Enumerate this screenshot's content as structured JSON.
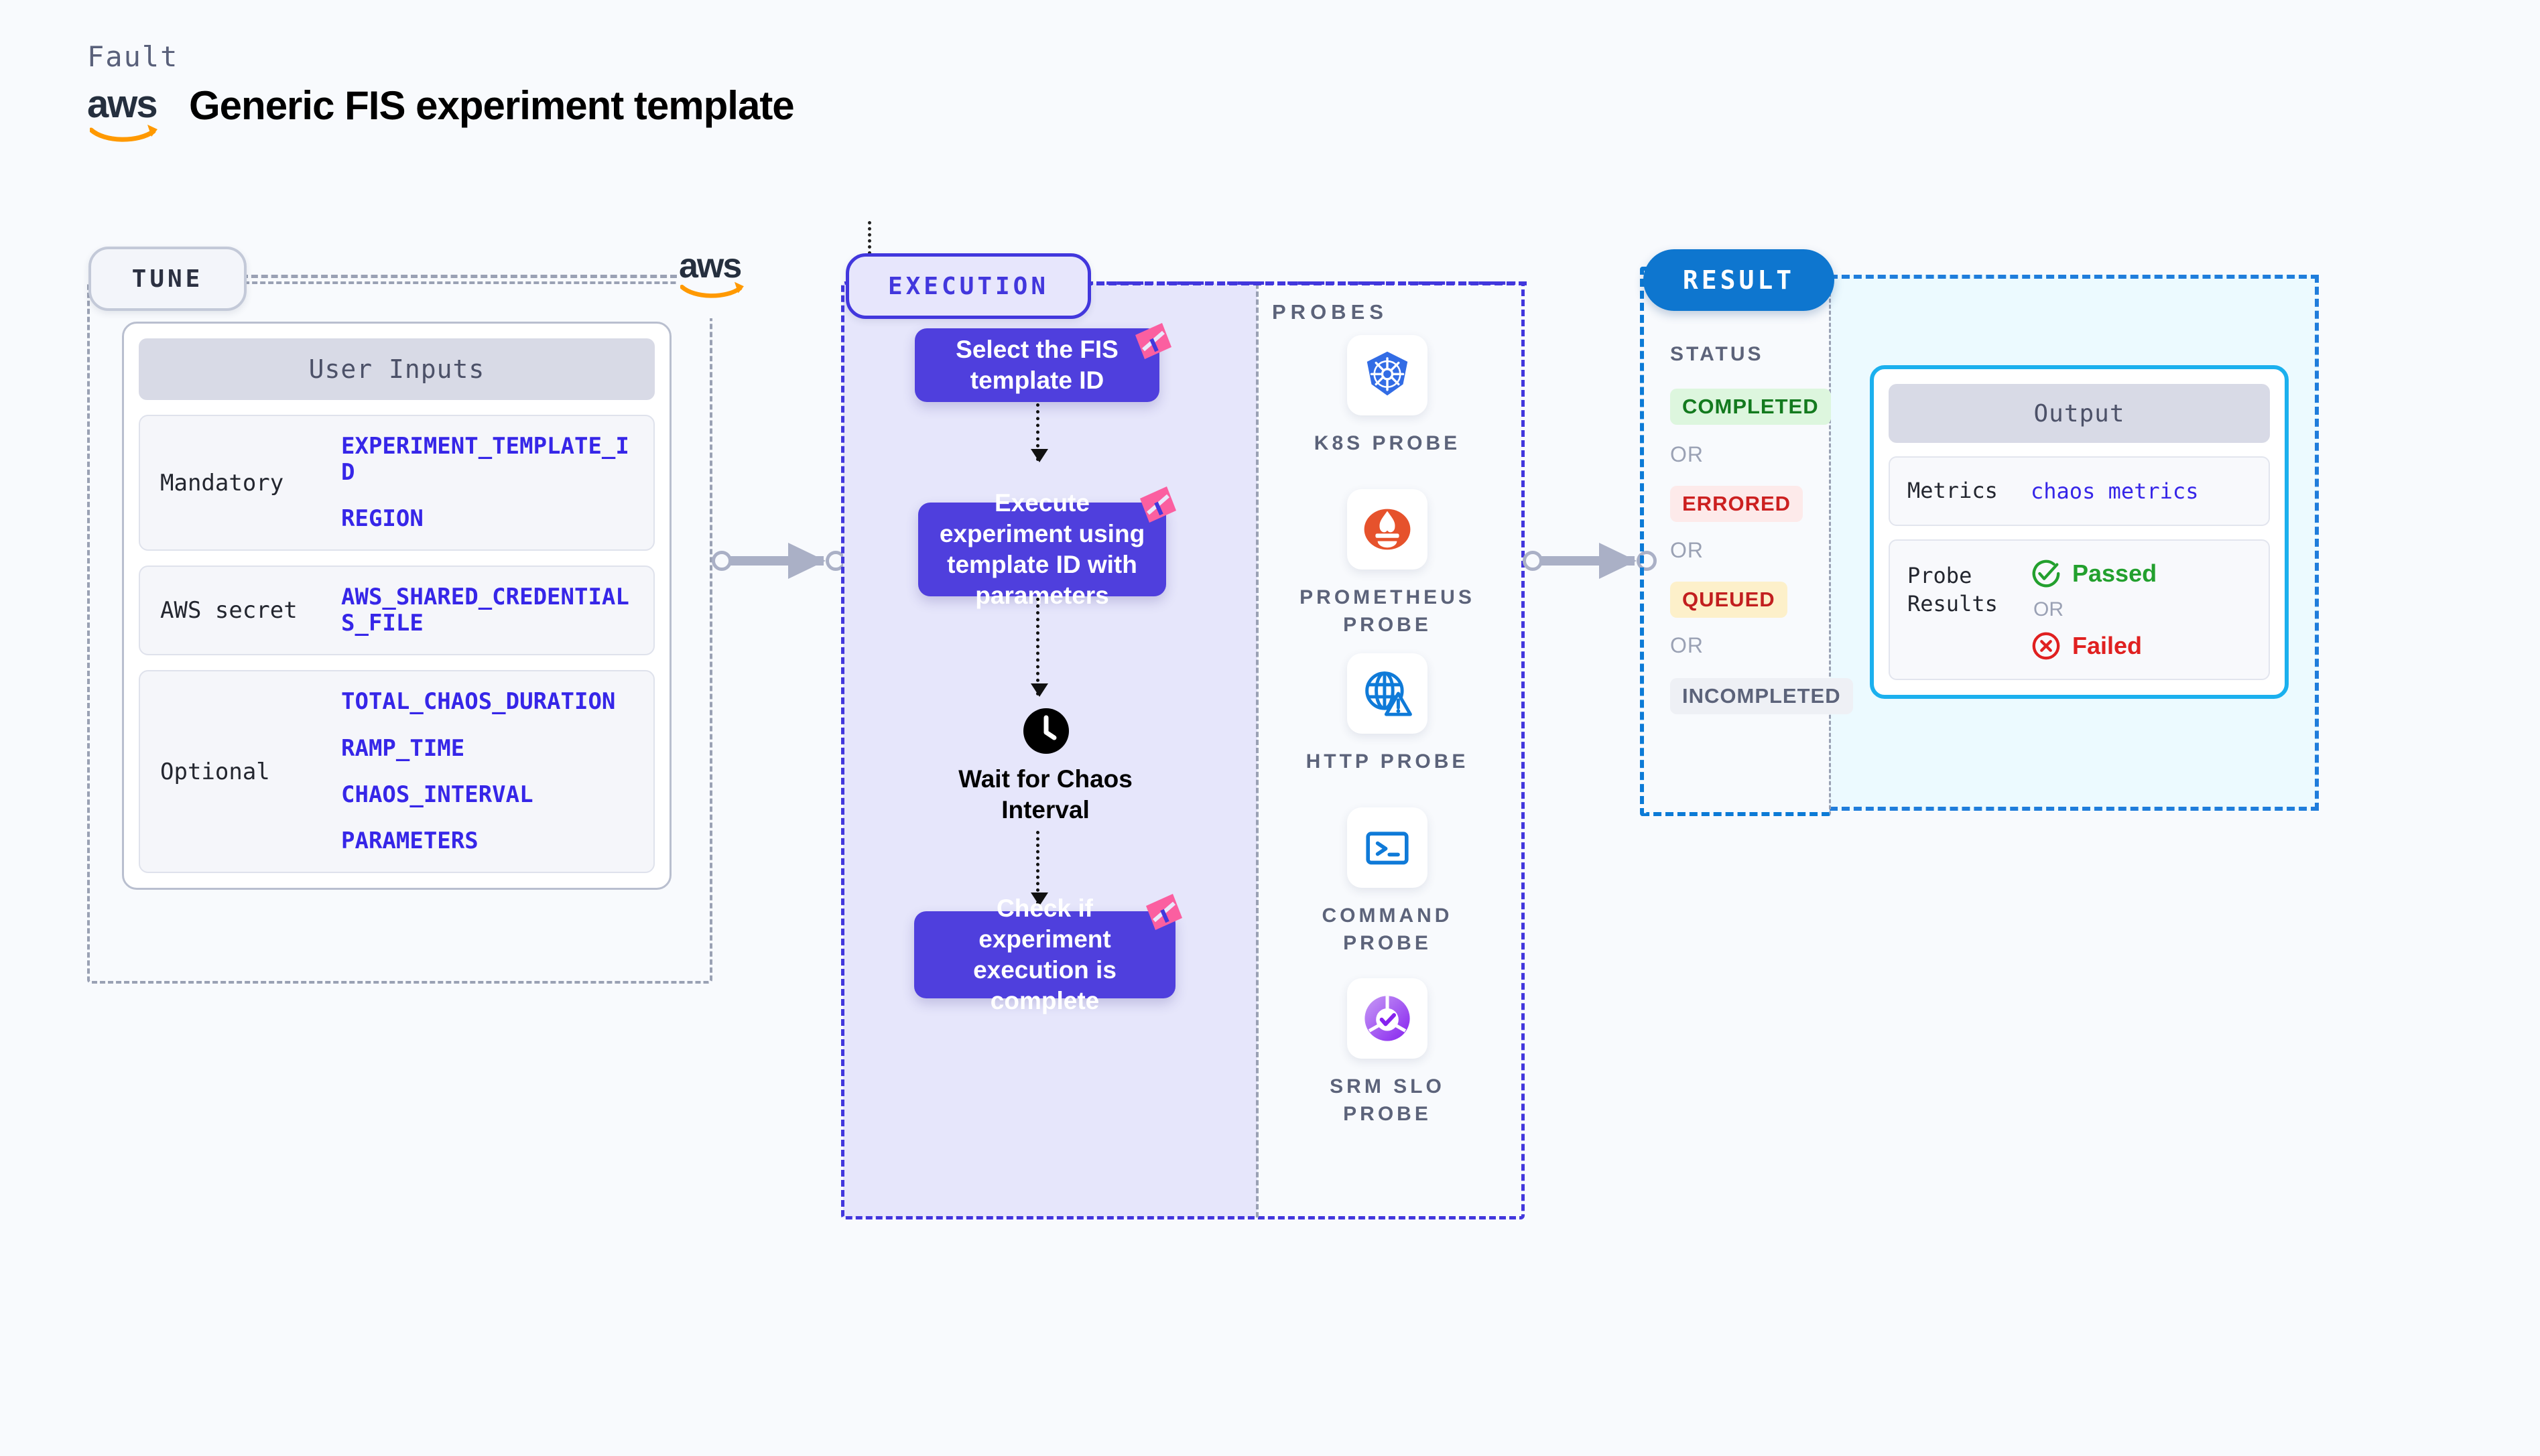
{
  "header": {
    "eyebrow": "Fault",
    "brand": "aws",
    "title": "Generic FIS experiment template"
  },
  "tune": {
    "tab_label": "TUNE",
    "logo_label": "aws",
    "card_title": "User Inputs",
    "groups": [
      {
        "label": "Mandatory",
        "values": [
          "EXPERIMENT_TEMPLATE_ID",
          "REGION"
        ]
      },
      {
        "label": "AWS secret",
        "values": [
          "AWS_SHARED_CREDENTIALS_FILE"
        ]
      },
      {
        "label": "Optional",
        "values": [
          "TOTAL_CHAOS_DURATION",
          "RAMP_TIME",
          "CHAOS_INTERVAL",
          "PARAMETERS"
        ]
      }
    ]
  },
  "execution": {
    "tab_label": "EXECUTION",
    "steps": [
      {
        "text": "Select the FIS template ID",
        "flag": true
      },
      {
        "text": "Execute experiment using template ID with parameters",
        "flag": true
      },
      {
        "text": "Check if experiment execution is complete",
        "flag": true
      }
    ],
    "wait_node": {
      "icon": "clock-icon",
      "label": "Wait for Chaos Interval"
    }
  },
  "probes": {
    "section_label": "PROBES",
    "items": [
      {
        "label": "K8S PROBE",
        "icon": "kubernetes-icon"
      },
      {
        "label": "PROMETHEUS PROBE",
        "icon": "prometheus-icon"
      },
      {
        "label": "HTTP PROBE",
        "icon": "http-globe-warning-icon"
      },
      {
        "label": "COMMAND PROBE",
        "icon": "terminal-icon"
      },
      {
        "label": "SRM SLO PROBE",
        "icon": "srm-slo-icon"
      }
    ]
  },
  "result": {
    "tab_label": "RESULT",
    "status_title": "STATUS",
    "or_label": "OR",
    "statuses": [
      {
        "label": "COMPLETED",
        "fg": "#137a1e",
        "bg": "#ddf6de"
      },
      {
        "label": "ERRORED",
        "fg": "#cc2020",
        "bg": "#fdeaea"
      },
      {
        "label": "QUEUED",
        "fg": "#c21f1f",
        "bg": "#fdf0ca"
      },
      {
        "label": "INCOMPLETED",
        "fg": "#5c637a",
        "bg": "#eef0f5"
      }
    ],
    "output": {
      "title": "Output",
      "metrics_label": "Metrics",
      "metrics_value": "chaos metrics",
      "probe_results_label": "Probe Results",
      "passed_label": "Passed",
      "failed_label": "Failed",
      "or_label": "OR"
    }
  },
  "colors": {
    "page_bg": "#f8fafd",
    "accent_purple": "#4237dd",
    "step_purple": "#4f3fdd",
    "exec_fill": "#e6e6fb",
    "result_blue": "#0e76cf",
    "result_fill": "#ecfaff",
    "output_border": "#1bb0ee",
    "flag_pink": "#fb5fa0",
    "param_blue": "#3626e8",
    "arrow_gray": "#aab0c6",
    "pass_green": "#23a02e",
    "fail_red": "#e02020"
  }
}
